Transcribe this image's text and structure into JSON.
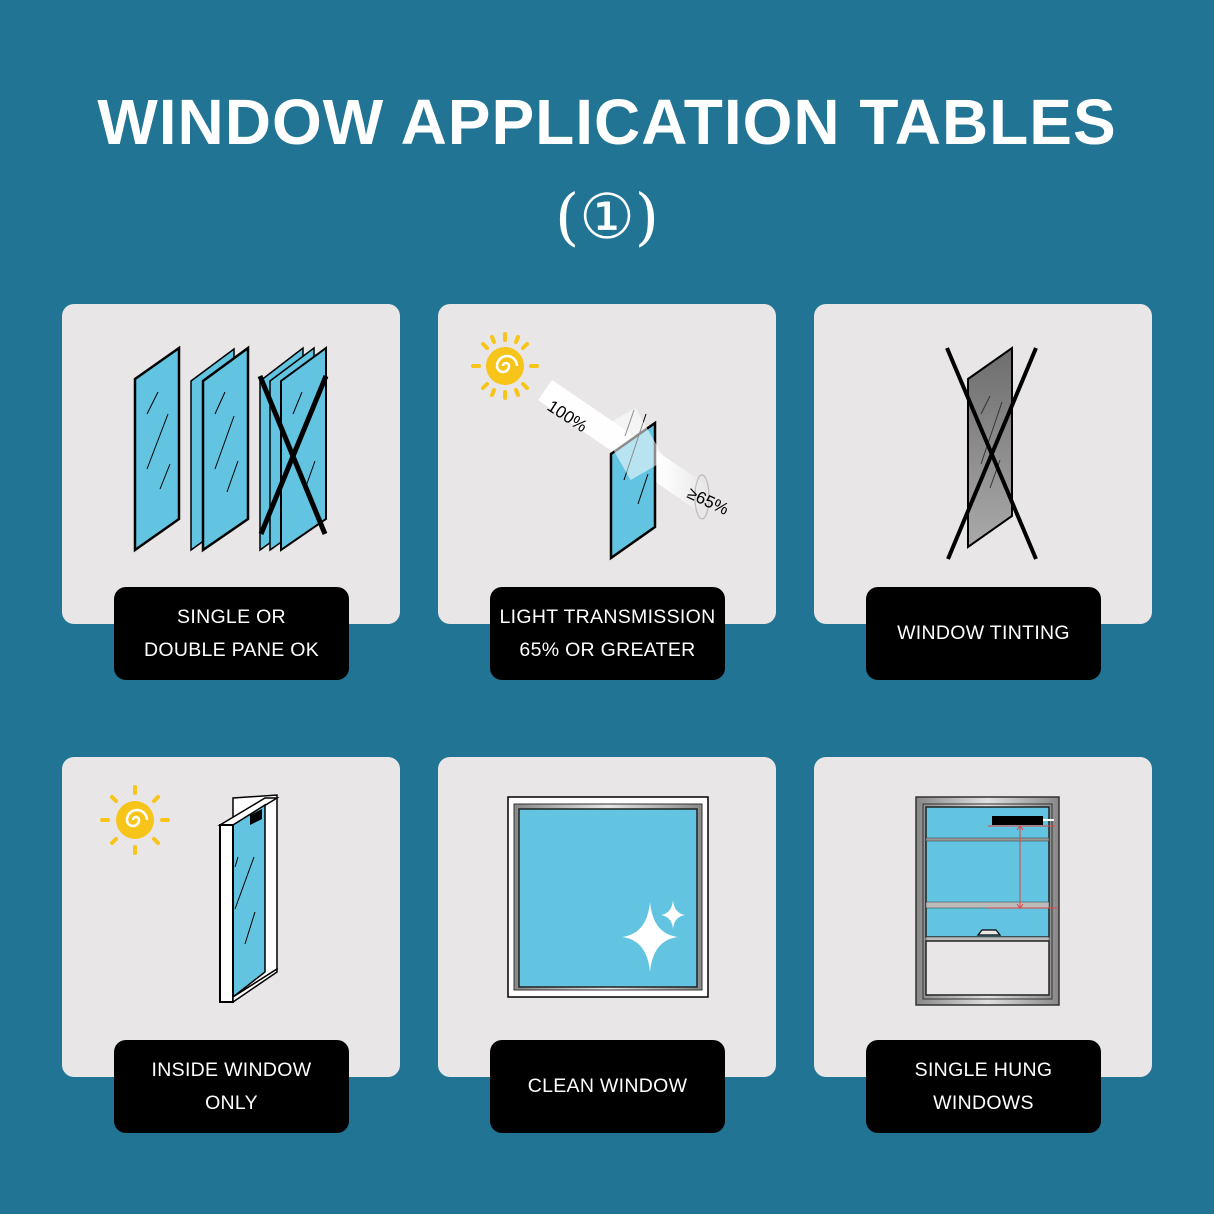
{
  "header": {
    "title": "WINDOW APPLICATION TABLES",
    "subtitle": "(①)"
  },
  "colors": {
    "background": "#217493",
    "card": "#e8e6e6",
    "label_bg": "#000000",
    "glass": "#62c4e0",
    "sun": "#f7c51a"
  },
  "cards": [
    {
      "icon": "glass-panes-icon",
      "lines": [
        "SINGLE OR",
        "DOUBLE PANE OK"
      ]
    },
    {
      "icon": "light-transmission-icon",
      "lines": [
        "LIGHT TRANSMISSION",
        "65% OR GREATER"
      ],
      "annotations": {
        "incoming": "100%",
        "outgoing": "≥65%"
      }
    },
    {
      "icon": "tinted-window-crossed-icon",
      "lines": [
        "WINDOW TINTING"
      ]
    },
    {
      "icon": "inside-window-icon",
      "lines": [
        "INSIDE WINDOW",
        "ONLY"
      ]
    },
    {
      "icon": "clean-window-icon",
      "lines": [
        "CLEAN WINDOW"
      ]
    },
    {
      "icon": "single-hung-window-icon",
      "lines": [
        "SINGLE HUNG",
        "WINDOWS"
      ]
    }
  ]
}
